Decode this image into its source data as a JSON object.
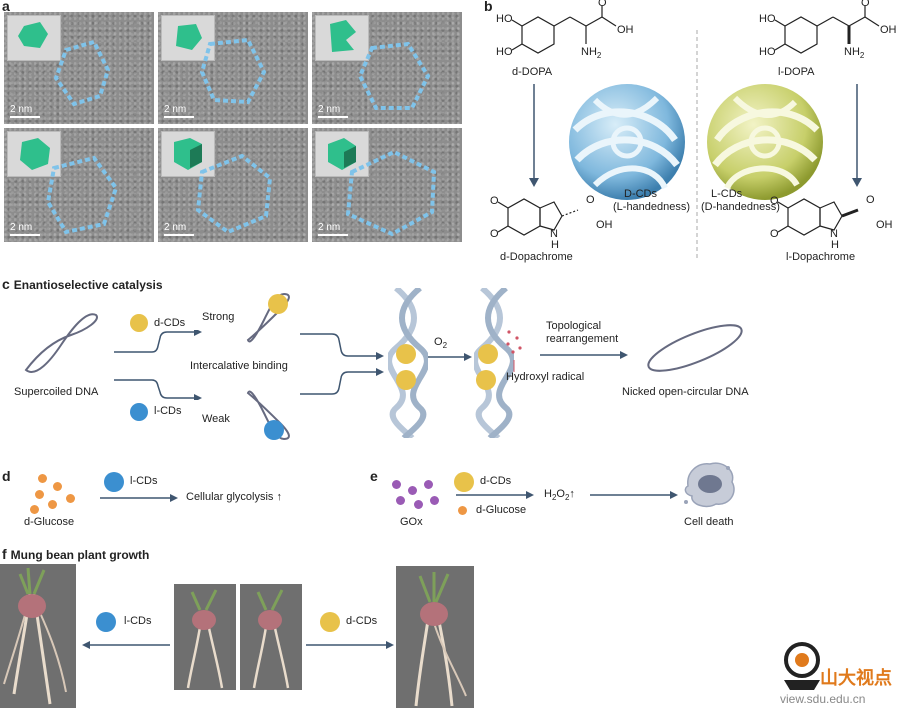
{
  "panels": {
    "a": {
      "letter": "a",
      "scale_label": "2 nm"
    },
    "b": {
      "letter": "b",
      "d_dopa": "d-DOPA",
      "l_dopa": "l-DOPA",
      "d_dopachrome": "d-Dopachrome",
      "l_dopachrome": "l-Dopachrome",
      "d_cds_label": "D-CDs",
      "d_cds_hand": "(L-handedness)",
      "l_cds_label": "L-CDs",
      "l_cds_hand": "(D-handedness)",
      "chem": {
        "ho": "HO",
        "oh": "OH",
        "o": "O",
        "nh2": "NH",
        "nh2_sub": "2",
        "nh": "N",
        "h": "H"
      }
    },
    "c": {
      "letter": "c",
      "title": "Enantioselective catalysis",
      "supercoiled": "Supercoiled DNA",
      "dcds": "d-CDs",
      "lcds": "l-CDs",
      "strong": "Strong",
      "weak": "Weak",
      "intercalative": "Intercalative binding",
      "o2": "O",
      "o2_sub": "2",
      "hydroxyl": "Hydroxyl radical",
      "topological_1": "Topological",
      "topological_2": "rearrangement",
      "nicked": "Nicked open-circular DNA"
    },
    "d": {
      "letter": "d",
      "glucose": "d-Glucose",
      "lcds": "l-CDs",
      "glycolysis": "Cellular glycolysis ↑"
    },
    "e": {
      "letter": "e",
      "gox": "GOx",
      "dcds": "d-CDs",
      "dglucose": "d-Glucose",
      "h2o2_h": "H",
      "h2o2_2a": "2",
      "h2o2_o": "O",
      "h2o2_2b": "2",
      "h2o2_arrow": "↑",
      "cell_death": "Cell death"
    },
    "f": {
      "letter": "f",
      "title": "Mung bean plant growth",
      "lcds": "l-CDs",
      "dcds": "d-CDs"
    }
  },
  "watermark": {
    "text": "山大视点",
    "url": "view.sdu.edu.cn"
  },
  "colors": {
    "gold": "#e8c24a",
    "blue": "#3b8fd0",
    "orange": "#ee9744",
    "purple": "#9a5bb5",
    "arrow": "#3f5670",
    "tem_outline": "#7fc3ea",
    "inset_green": "#2fbf8c"
  }
}
